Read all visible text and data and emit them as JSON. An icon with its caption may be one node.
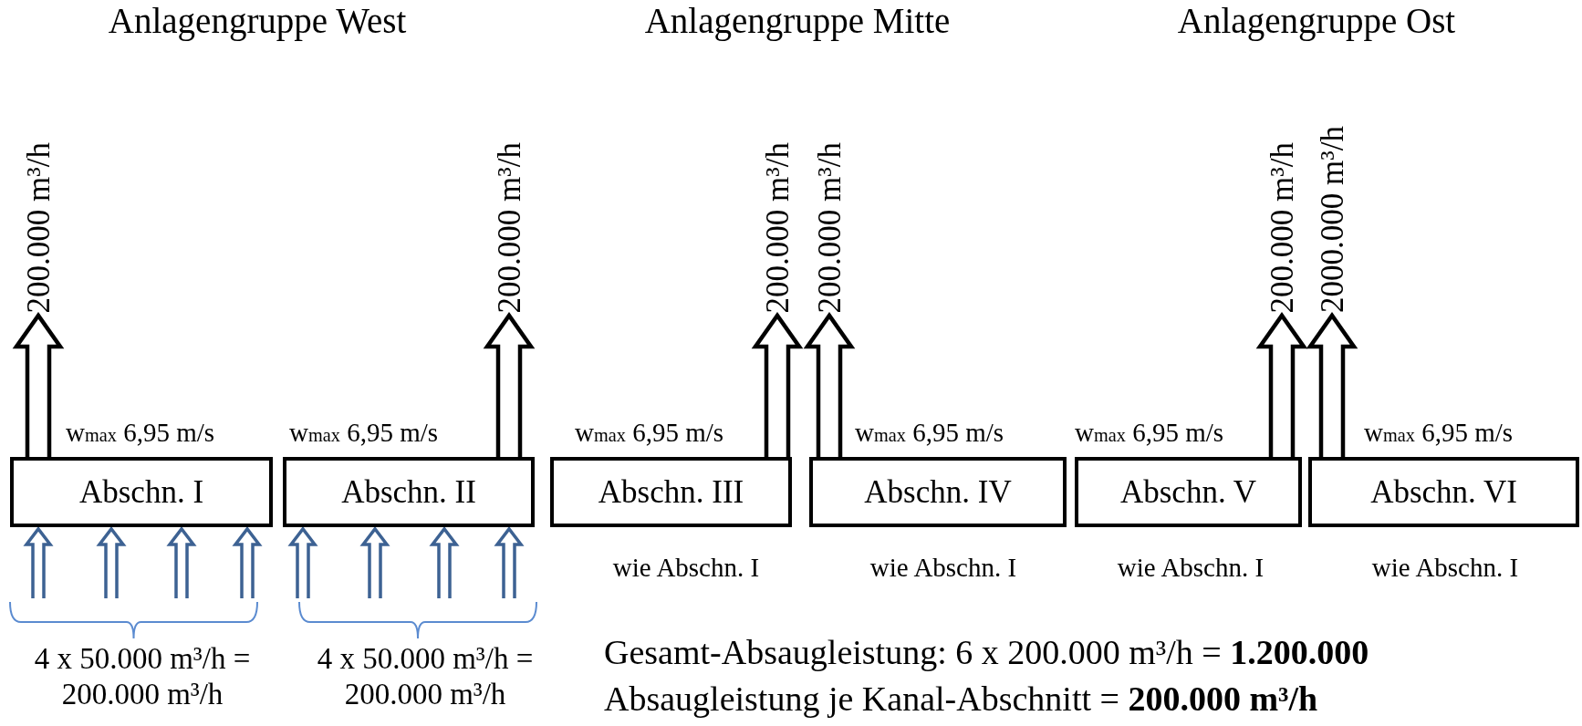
{
  "diagram": {
    "nodes": [
      {
        "text": [
          "Abschn. I"
        ],
        "beside": [
          "w$_{max}$ 6,95 m/s"
        ]
      },
      {
        "text": [
          "Abschn. II"
        ],
        "beside": [
          "w$_{max}$ 6,95 m/s"
        ]
      },
      {
        "text": [
          "Abschn. III"
        ],
        "beside": [
          "w$_{max}$ 6,95 m/s",
          "wie Abschn. I"
        ]
      },
      {
        "text": [
          "Abschn. IV"
        ],
        "beside": [
          "w$_{max}$ 6,95 m/s",
          "wie Abschn. I"
        ]
      },
      {
        "text": [
          "Abschn. V"
        ],
        "beside": [
          "w$_{max}$ 6,95 m/s",
          "wie Abschn. I"
        ]
      },
      {
        "text": [
          "Abschn. VI"
        ],
        "beside": [
          "w$_{max}$ 6,95 m/s",
          "wie Abschn. I"
        ]
      },
      {
        "text": [
          "200.000 m³/h"
        ]
      },
      {
        "text": [
          "200.000 m³/h"
        ]
      },
      {
        "text": [
          "200.000 m³/h"
        ]
      },
      {
        "text": [
          "200.000 m³/h"
        ]
      },
      {
        "text": [
          "200.000 m³/h"
        ]
      },
      {
        "text": [
          "2000.000 m³/h"
        ]
      }
    ],
    "edges": [
      {
        "from": 0,
        "to": 6,
        "arrow": "to"
      },
      {
        "from": 1,
        "to": 7,
        "arrow": "to"
      },
      {
        "from": 2,
        "to": 8,
        "arrow": "to"
      },
      {
        "from": 3,
        "to": 9,
        "arrow": "to"
      },
      {
        "from": 4,
        "to": 10,
        "arrow": "to"
      },
      {
        "from": 5,
        "to": 11,
        "arrow": "to"
      },
      {
        "from": null,
        "to": 0,
        "arrow": "to",
        "color": "#3d6293"
      },
      {
        "from": null,
        "to": 0,
        "arrow": "to",
        "color": "#3d6293"
      },
      {
        "from": null,
        "to": 0,
        "arrow": "to",
        "color": "#3d6293"
      },
      {
        "from": null,
        "to": 0,
        "arrow": "to",
        "color": "#3d6293"
      },
      {
        "from": null,
        "to": 1,
        "arrow": "to",
        "color": "#3d6293"
      },
      {
        "from": null,
        "to": 1,
        "arrow": "to",
        "color": "#3d6293"
      },
      {
        "from": null,
        "to": 1,
        "arrow": "to",
        "color": "#3d6293"
      },
      {
        "from": null,
        "to": 1,
        "arrow": "to",
        "color": "#3d6293"
      }
    ],
    "labels": [
      "Anlagengruppe West",
      "Anlagengruppe Mitte",
      "Anlagengruppe Ost",
      "4 x 50.000 m³/h = 200.000 m³/h",
      "4 x 50.000 m³/h = 200.000 m³/h",
      "Gesamt-Absaugleistung: 6 x 200.000 m³/h = **1.200.000**",
      "Absaugleistung je Kanal-Abschnitt = **200.000 m³/h**"
    ]
  }
}
